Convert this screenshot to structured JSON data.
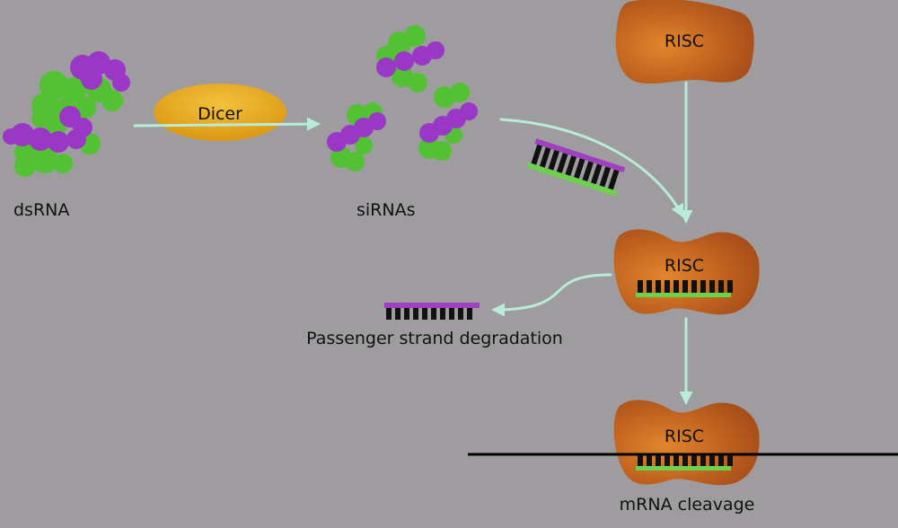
{
  "labels": {
    "dsrna": "dsRNA",
    "dicer": "Dicer",
    "sirnas": "siRNAs",
    "risc_1": "RISC",
    "risc_2": "RISC",
    "risc_3": "RISC",
    "passenger": "Passenger strand degradation",
    "cleavage": "mRNA cleavage"
  },
  "colors": {
    "background": "#9e9c9f",
    "arrow": "#b8ecd8",
    "risc_fill": "#b95a1f",
    "risc_highlight": "#e0862c",
    "dicer_fill": "#e6a51c",
    "rna_green": "#52c234",
    "rna_purple": "#9b37c6",
    "strand_purple": "#a040c0",
    "strand_green": "#6cd24a",
    "rungs": "#111111"
  }
}
